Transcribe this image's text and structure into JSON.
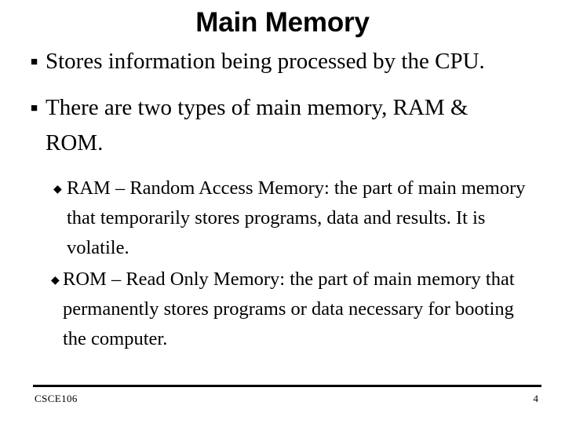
{
  "slide": {
    "title": "Main Memory",
    "background_color": "#ffffff",
    "text_color": "#000000",
    "level1_bullet_glyph": "■",
    "level2_bullet_glyph": "◆",
    "bullets": [
      {
        "marker": "■",
        "text": "Stores information being processed by the CPU."
      },
      {
        "marker": "■",
        "text": "There are two types of main memory, RAM & ROM."
      }
    ],
    "sub_bullets": [
      {
        "marker": "◆",
        "text": "RAM – Random Access Memory: the part of main memory that temporarily stores programs, data and results. It is volatile."
      },
      {
        "marker": "◆",
        "text": "ROM – Read Only Memory: the part of main memory that permanently stores programs or data necessary for booting the computer."
      }
    ],
    "footer": {
      "course": "CSCE106",
      "slide_number": "4"
    }
  }
}
